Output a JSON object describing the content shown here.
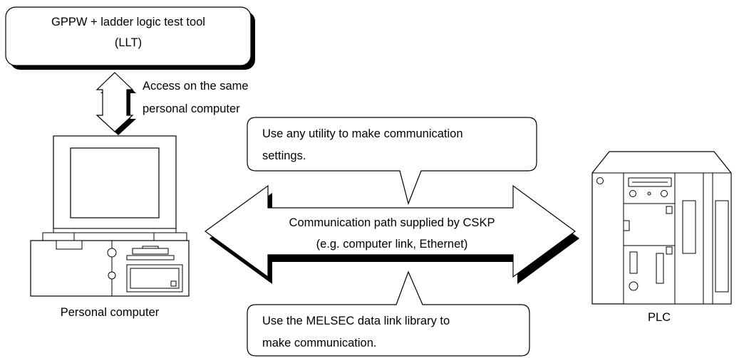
{
  "tool_box": {
    "line1": "GPPW + ladder logic test tool",
    "line2": "(LLT)"
  },
  "access_label": {
    "line1": "Access on the same",
    "line2": "personal computer"
  },
  "callout_top": {
    "line1": "Use any utility to make communication",
    "line2": "settings."
  },
  "comm_path": {
    "line1": "Communication path supplied by CSKP",
    "line2": "(e.g. computer link, Ethernet)"
  },
  "callout_bottom": {
    "line1": "Use the MELSEC data link library to",
    "line2": "make communication."
  },
  "pc_label": "Personal computer",
  "plc_label": "PLC",
  "colors": {
    "stroke": "#000000",
    "fill": "#ffffff",
    "shadow": "#000000"
  }
}
